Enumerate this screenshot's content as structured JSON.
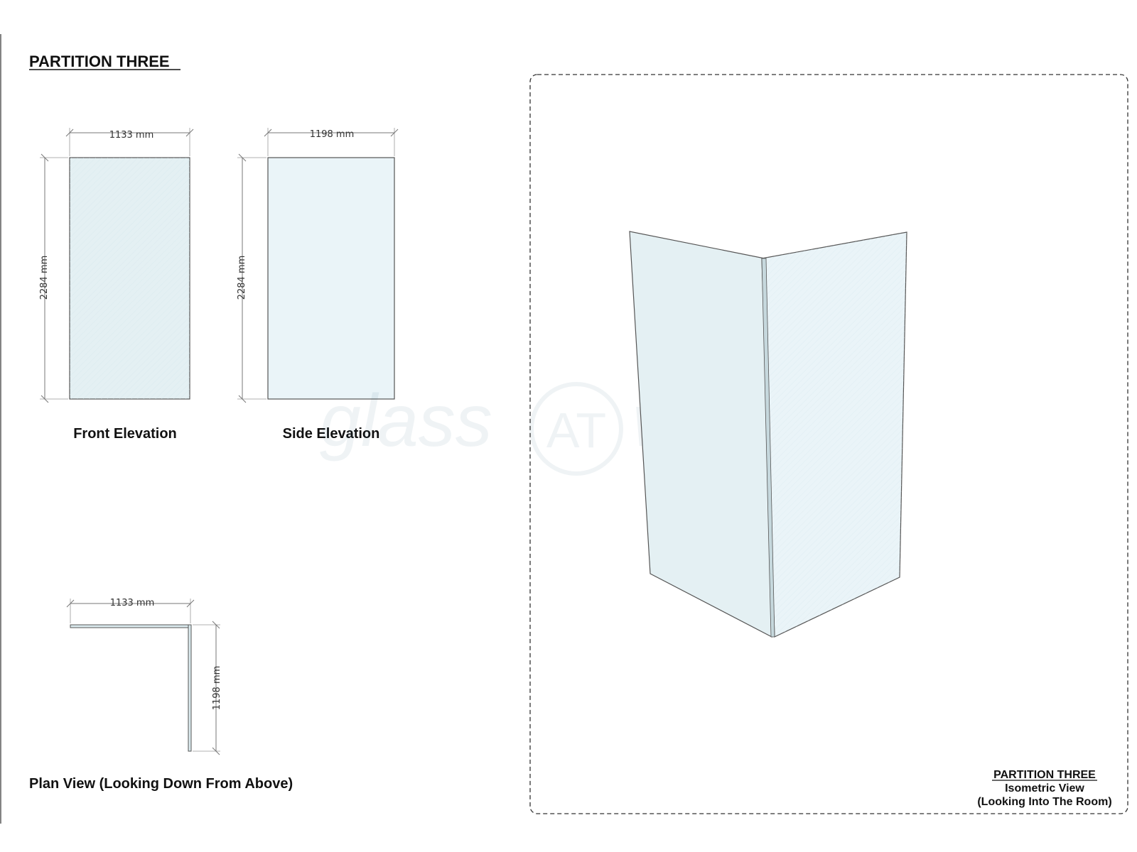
{
  "page": {
    "title": "PARTITION THREE"
  },
  "front_elevation": {
    "label": "Front Elevation",
    "width_dim": "1133 mm",
    "height_dim": "2284 mm"
  },
  "side_elevation": {
    "label": "Side Elevation",
    "width_dim": "1198 mm",
    "height_dim": "2284 mm"
  },
  "plan_view": {
    "label": "Plan View (Looking Down From Above)",
    "width_dim": "1133 mm",
    "depth_dim": "1198 mm"
  },
  "isometric": {
    "title": "PARTITION THREE",
    "subtitle": "Isometric View",
    "caption": "(Looking Into The Room)"
  },
  "watermark": {
    "text_left": "glass",
    "text_center": "AT",
    "text_right": "work"
  },
  "colors": {
    "glass_fill": "#e4f0f3",
    "outline": "#555555",
    "dimension_line": "#777777"
  }
}
